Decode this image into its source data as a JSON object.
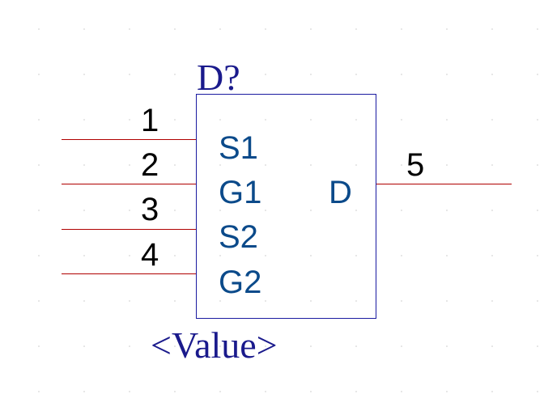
{
  "component": {
    "designator": "D?",
    "value": "<Value>"
  },
  "pins": [
    {
      "number": "1",
      "name": "S1"
    },
    {
      "number": "2",
      "name": "G1"
    },
    {
      "number": "3",
      "name": "S2"
    },
    {
      "number": "4",
      "name": "G2"
    },
    {
      "number": "5",
      "name": "D"
    }
  ],
  "colors": {
    "wire": "#b00000",
    "body_outline": "#1a1aa0",
    "pin_name": "#0b4a8a",
    "label": "#1a1a8c"
  }
}
